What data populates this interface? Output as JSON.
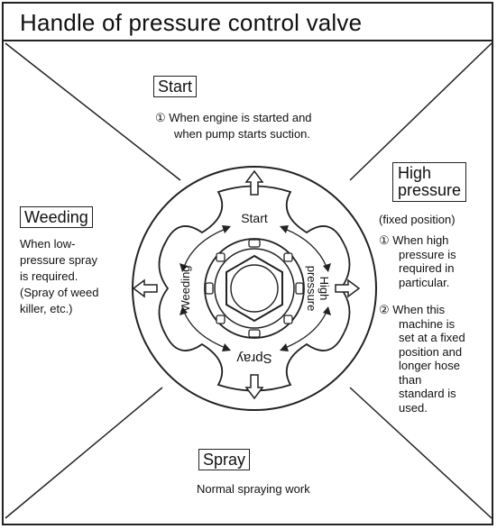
{
  "title": "Handle of pressure control valve",
  "start": {
    "label": "Start",
    "item": "① When engine is started and",
    "item_cont": "when pump starts suction."
  },
  "high_pressure": {
    "label_line1": "High",
    "label_line2": "pressure",
    "fixed": "(fixed position)",
    "item1_lines": [
      "① When high",
      "pressure is",
      "required in",
      "particular."
    ],
    "item2_lines": [
      "② When this",
      "machine is",
      "set at a fixed",
      "position and",
      "longer hose",
      "than",
      "standard is",
      "used."
    ]
  },
  "weeding": {
    "label": "Weeding",
    "lines": [
      "When low-",
      "pressure spray",
      "is required.",
      "(Spray of weed",
      "killer, etc.)"
    ]
  },
  "spray": {
    "label": "Spray",
    "desc": "Normal spraying work"
  },
  "knob": {
    "start": "Start",
    "high_line1": "High",
    "high_line2": "pressure",
    "weeding": "Weeding",
    "spray": "Spray"
  }
}
